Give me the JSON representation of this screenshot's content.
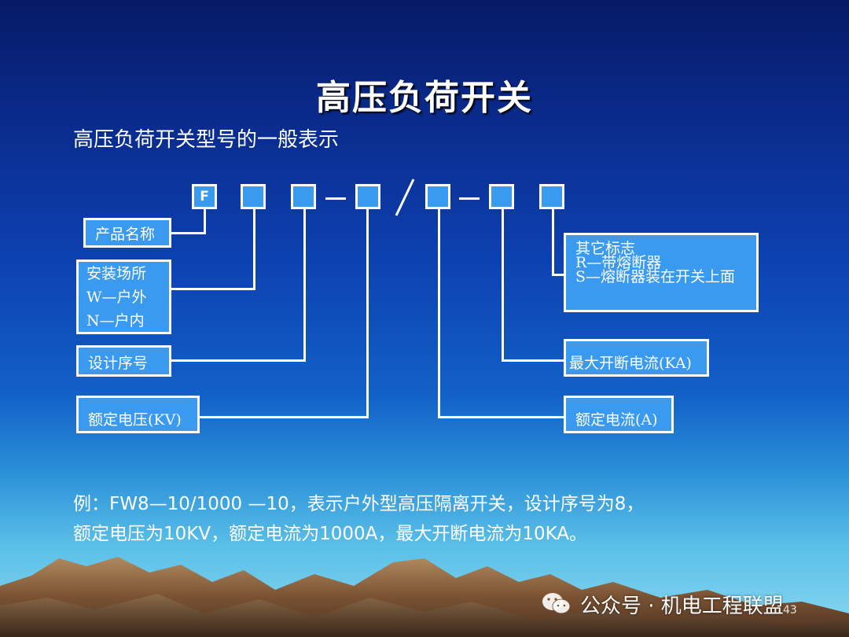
{
  "title": "高压负荷开关",
  "subtitle": "高压负荷开关型号的一般表示",
  "model": {
    "first_letter": "F",
    "slash": "/"
  },
  "boxes": {
    "product_name": "产品名称",
    "install_location": [
      "安装场所",
      "W—户外",
      "N—户内"
    ],
    "design_serial": "设计序号",
    "rated_voltage": "额定电压(KV)",
    "other_marks": [
      "其它标志",
      "R—带熔断器",
      "S—熔断器装在开关上面"
    ],
    "max_breaking_current": "最大开断电流(KA)",
    "rated_current": "额定电流(A)"
  },
  "example": [
    "例：FW8—10/1000 —10，表示户外型高压隔离开关，设计序号为8，",
    "额定电压为10KV，额定电流为1000A，最大开断电流为10KA。"
  ],
  "watermark": "公众号 · 机电工程联盟",
  "page_number": "43",
  "colors": {
    "box_fill": "#3a9af0",
    "line": "#ffffff",
    "mountain": "#8a6040"
  }
}
